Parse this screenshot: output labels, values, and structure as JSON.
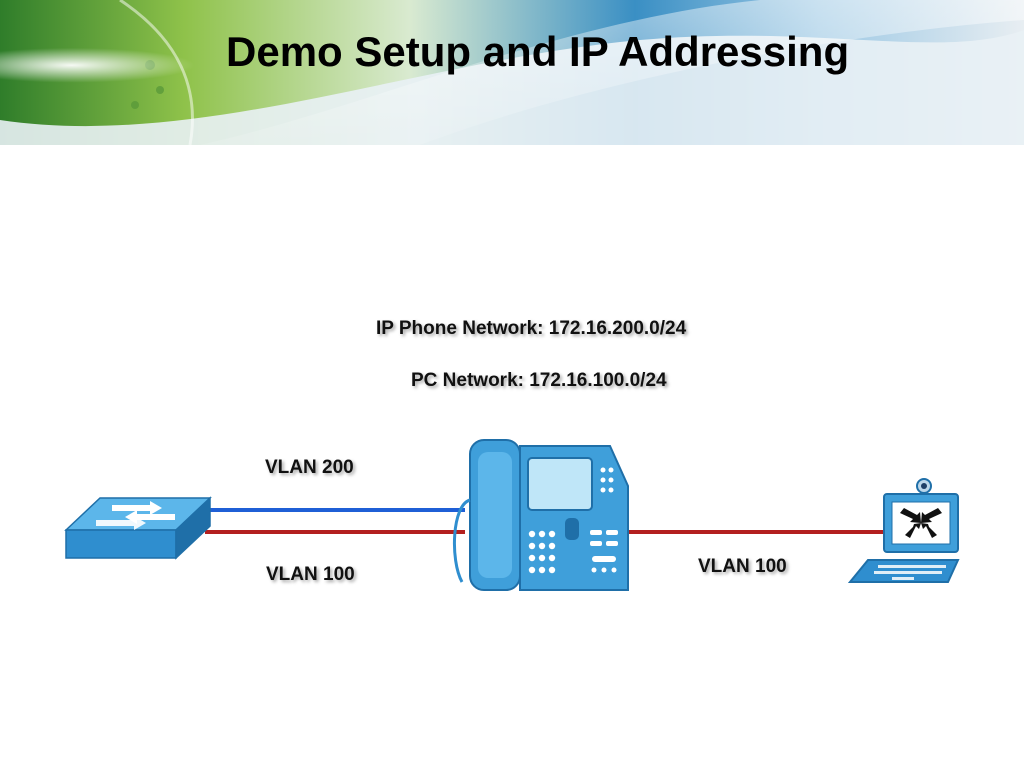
{
  "slide": {
    "title": "Demo Setup and IP Addressing"
  },
  "networks": {
    "ip_phone": "IP Phone Network:  172.16.200.0/24",
    "pc": "PC Network:  172.16.100.0/24"
  },
  "links": {
    "switch_to_phone_voice": "VLAN 200",
    "switch_to_phone_data": "VLAN 100",
    "phone_to_laptop": "VLAN 100"
  },
  "colors": {
    "vlan200": "#1f5fd6",
    "vlan100": "#b3201f",
    "device_blue": "#2f8ecf"
  },
  "icons": [
    "switch-icon",
    "ip-phone-icon",
    "laptop-icon"
  ]
}
